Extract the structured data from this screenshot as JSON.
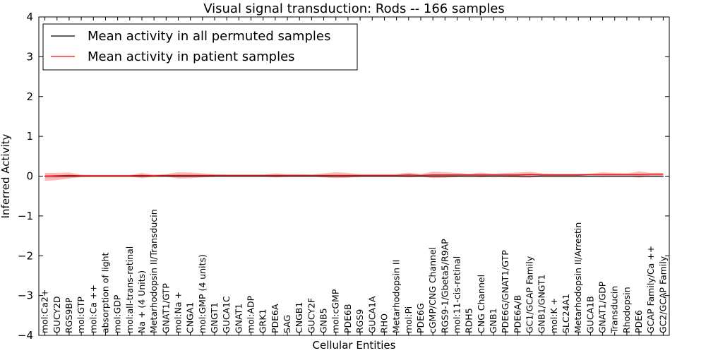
{
  "chart_data": {
    "type": "line",
    "title": "Visual signal transduction: Rods -- 166 samples",
    "xlabel": "Cellular Entities",
    "ylabel": "Inferred Activity",
    "ylim": [
      -4,
      4
    ],
    "yticks": [
      -4,
      -3,
      -2,
      -1,
      0,
      1,
      2,
      3,
      4
    ],
    "ytick_labels": [
      "−4",
      "−3",
      "−2",
      "−1",
      "0",
      "1",
      "2",
      "3",
      "4"
    ],
    "grid": false,
    "legend": "top-left",
    "reference_line": {
      "y": 0,
      "style": "dotted",
      "color": "#000000"
    },
    "categories": [
      "mol:Ca2+",
      "GUCY2D",
      "RGS9BP",
      "mol:GTP",
      "mol:Ca ++",
      "absorption of light",
      "mol:GDP",
      "mol:all-trans-retinal",
      "Na + (4 Units)",
      "Metarhodopsin II/Transducin",
      "GNAT1/GTP",
      "mol:Na +",
      "CNGA1",
      "mol:GMP (4 units)",
      "GNGT1",
      "GUCA1C",
      "GNAT1",
      "mol:ADP",
      "GRK1",
      "PDE6A",
      "SAG",
      "CNGB1",
      "GUCY2F",
      "GNB5",
      "mol:cGMP",
      "PDE6B",
      "RGS9",
      "GUCA1A",
      "RHO",
      "Metarhodopsin II",
      "mol:Pi",
      "PDE6G",
      "cGMP/CNG Channel",
      "RGS9-1/Gbeta5/R9AP",
      "mol:11-cis-retinal",
      "RDH5",
      "CNG Channel",
      "GNB1",
      "PDE6G/GNAT1/GTP",
      "PDE6A/B",
      "GC1/GCAP Family",
      "GNB1/GNGT1",
      "mol:K +",
      "SLC24A1",
      "Metarhodopsin II/Arrestin",
      "GUCA1B",
      "GNAT1/GDP",
      "Transducin",
      "Rhodopsin",
      "PDE6",
      "GCAP Family/Ca ++",
      "GC2/GCAP Family"
    ],
    "series": [
      {
        "name": "Mean activity in all permuted samples",
        "color": "#000000",
        "values": [
          0.0,
          0.0,
          0.0,
          0.0,
          0.0,
          0.0,
          0.0,
          0.0,
          0.0,
          0.0,
          0.0,
          0.0,
          0.0,
          0.0,
          0.0,
          0.0,
          0.0,
          0.0,
          0.0,
          0.0,
          0.0,
          0.0,
          0.0,
          0.0,
          0.0,
          0.0,
          0.0,
          0.0,
          0.0,
          0.0,
          0.0,
          0.0,
          0.0,
          0.0,
          0.0,
          0.0,
          0.0,
          0.0,
          0.0,
          0.0,
          0.0,
          0.0,
          0.0,
          0.0,
          0.0,
          0.0,
          0.0,
          0.0,
          0.0,
          0.0,
          0.0,
          0.0
        ],
        "band_upper": [
          0.03,
          0.03,
          0.03,
          0.02,
          0.02,
          0.02,
          0.02,
          0.02,
          0.02,
          0.02,
          0.02,
          0.02,
          0.02,
          0.02,
          0.02,
          0.02,
          0.02,
          0.02,
          0.02,
          0.02,
          0.02,
          0.02,
          0.02,
          0.02,
          0.02,
          0.02,
          0.02,
          0.02,
          0.02,
          0.02,
          0.02,
          0.02,
          0.02,
          0.02,
          0.02,
          0.02,
          0.02,
          0.02,
          0.02,
          0.02,
          0.02,
          0.02,
          0.02,
          0.02,
          0.02,
          0.02,
          0.02,
          0.02,
          0.02,
          0.02,
          0.02,
          0.02
        ],
        "band_lower": [
          -0.05,
          -0.05,
          -0.04,
          -0.03,
          -0.03,
          -0.03,
          -0.03,
          -0.03,
          -0.03,
          -0.03,
          -0.03,
          -0.03,
          -0.03,
          -0.03,
          -0.03,
          -0.03,
          -0.03,
          -0.03,
          -0.03,
          -0.03,
          -0.03,
          -0.03,
          -0.03,
          -0.03,
          -0.03,
          -0.03,
          -0.03,
          -0.03,
          -0.03,
          -0.03,
          -0.03,
          -0.03,
          -0.03,
          -0.03,
          -0.03,
          -0.03,
          -0.03,
          -0.03,
          -0.03,
          -0.03,
          -0.03,
          -0.03,
          -0.03,
          -0.03,
          -0.03,
          -0.03,
          -0.03,
          -0.03,
          -0.03,
          -0.03,
          -0.03,
          -0.03
        ]
      },
      {
        "name": "Mean activity in patient samples",
        "color": "#ff0000",
        "values": [
          0.0,
          0.01,
          0.02,
          0.01,
          0.01,
          0.01,
          0.01,
          0.01,
          0.02,
          0.01,
          0.02,
          0.02,
          0.02,
          0.02,
          0.02,
          0.02,
          0.02,
          0.02,
          0.02,
          0.02,
          0.02,
          0.02,
          0.02,
          0.02,
          0.02,
          0.02,
          0.02,
          0.02,
          0.02,
          0.02,
          0.03,
          0.02,
          0.03,
          0.03,
          0.03,
          0.03,
          0.03,
          0.03,
          0.03,
          0.03,
          0.04,
          0.03,
          0.03,
          0.03,
          0.03,
          0.04,
          0.04,
          0.04,
          0.04,
          0.04,
          0.05,
          0.05
        ],
        "band_upper": [
          0.08,
          0.08,
          0.09,
          0.04,
          0.03,
          0.03,
          0.03,
          0.03,
          0.08,
          0.04,
          0.05,
          0.1,
          0.09,
          0.07,
          0.05,
          0.04,
          0.04,
          0.04,
          0.04,
          0.07,
          0.05,
          0.05,
          0.04,
          0.07,
          0.1,
          0.08,
          0.05,
          0.05,
          0.05,
          0.05,
          0.09,
          0.05,
          0.11,
          0.1,
          0.08,
          0.06,
          0.09,
          0.06,
          0.08,
          0.09,
          0.11,
          0.07,
          0.06,
          0.06,
          0.06,
          0.06,
          0.1,
          0.08,
          0.07,
          0.12,
          0.08,
          0.08
        ],
        "band_lower": [
          -0.12,
          -0.1,
          -0.06,
          -0.02,
          -0.01,
          -0.01,
          -0.01,
          -0.01,
          -0.05,
          -0.01,
          -0.01,
          -0.06,
          -0.05,
          -0.03,
          -0.01,
          0.0,
          0.0,
          0.0,
          0.0,
          -0.03,
          -0.01,
          -0.01,
          0.0,
          -0.03,
          -0.05,
          -0.04,
          -0.01,
          -0.01,
          -0.01,
          -0.01,
          -0.03,
          -0.01,
          -0.05,
          -0.04,
          -0.02,
          0.0,
          -0.03,
          0.0,
          -0.02,
          -0.03,
          -0.04,
          -0.01,
          0.0,
          0.0,
          0.0,
          0.02,
          -0.02,
          0.0,
          0.01,
          -0.04,
          0.02,
          0.02
        ]
      }
    ]
  }
}
